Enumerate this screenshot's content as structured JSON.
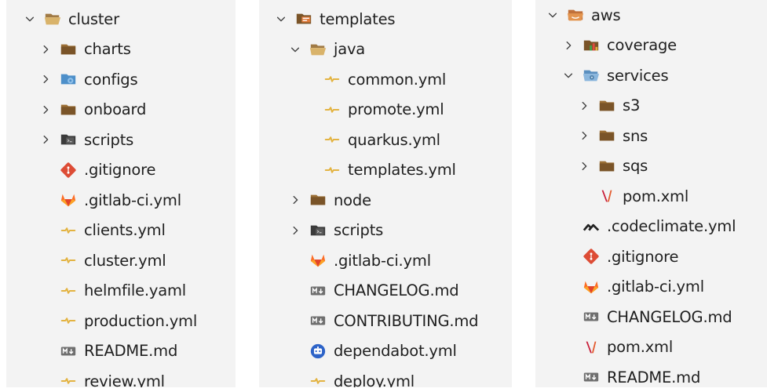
{
  "colors": {
    "panel_bg": "#f3f3f3",
    "folder": "#c09553",
    "yaml": "#e3b341",
    "gitlab": "#e24329",
    "git": "#dd4c35",
    "markdown": "#6f6f6f",
    "text": "#1f1f1f"
  },
  "panels": [
    {
      "name": "panel-cluster",
      "items": [
        {
          "label": "cluster",
          "depth": 0,
          "chevron": "down",
          "icon": "folder-open-icon"
        },
        {
          "label": "charts",
          "depth": 1,
          "chevron": "right",
          "icon": "folder-icon"
        },
        {
          "label": "configs",
          "depth": 1,
          "chevron": "right",
          "icon": "config-folder-icon"
        },
        {
          "label": "onboard",
          "depth": 1,
          "chevron": "right",
          "icon": "folder-icon"
        },
        {
          "label": "scripts",
          "depth": 1,
          "chevron": "right",
          "icon": "scripts-folder-icon"
        },
        {
          "label": ".gitignore",
          "depth": 1,
          "chevron": "none",
          "icon": "git-icon"
        },
        {
          "label": ".gitlab-ci.yml",
          "depth": 1,
          "chevron": "none",
          "icon": "gitlab-icon"
        },
        {
          "label": "clients.yml",
          "depth": 1,
          "chevron": "none",
          "icon": "yaml-icon"
        },
        {
          "label": "cluster.yml",
          "depth": 1,
          "chevron": "none",
          "icon": "yaml-icon"
        },
        {
          "label": "helmfile.yaml",
          "depth": 1,
          "chevron": "none",
          "icon": "yaml-icon"
        },
        {
          "label": "production.yml",
          "depth": 1,
          "chevron": "none",
          "icon": "yaml-icon"
        },
        {
          "label": "README.md",
          "depth": 1,
          "chevron": "none",
          "icon": "markdown-icon"
        },
        {
          "label": "review.yml",
          "depth": 1,
          "chevron": "none",
          "icon": "yaml-icon"
        }
      ]
    },
    {
      "name": "panel-templates",
      "items": [
        {
          "label": "templates",
          "depth": 0,
          "chevron": "down",
          "icon": "templates-folder-icon"
        },
        {
          "label": "java",
          "depth": 1,
          "chevron": "down",
          "icon": "folder-open-icon"
        },
        {
          "label": "common.yml",
          "depth": 2,
          "chevron": "none",
          "icon": "yaml-icon"
        },
        {
          "label": "promote.yml",
          "depth": 2,
          "chevron": "none",
          "icon": "yaml-icon"
        },
        {
          "label": "quarkus.yml",
          "depth": 2,
          "chevron": "none",
          "icon": "yaml-icon"
        },
        {
          "label": "templates.yml",
          "depth": 2,
          "chevron": "none",
          "icon": "yaml-icon"
        },
        {
          "label": "node",
          "depth": 1,
          "chevron": "right",
          "icon": "folder-icon"
        },
        {
          "label": "scripts",
          "depth": 1,
          "chevron": "right",
          "icon": "scripts-folder-icon"
        },
        {
          "label": ".gitlab-ci.yml",
          "depth": 1,
          "chevron": "none",
          "icon": "gitlab-icon"
        },
        {
          "label": "CHANGELOG.md",
          "depth": 1,
          "chevron": "none",
          "icon": "markdown-icon"
        },
        {
          "label": "CONTRIBUTING.md",
          "depth": 1,
          "chevron": "none",
          "icon": "markdown-icon"
        },
        {
          "label": "dependabot.yml",
          "depth": 1,
          "chevron": "none",
          "icon": "dependabot-icon"
        },
        {
          "label": "deploy.yml",
          "depth": 1,
          "chevron": "none",
          "icon": "yaml-icon"
        }
      ]
    },
    {
      "name": "panel-aws",
      "items": [
        {
          "label": "aws",
          "depth": 0,
          "chevron": "down",
          "icon": "aws-folder-icon"
        },
        {
          "label": "coverage",
          "depth": 1,
          "chevron": "right",
          "icon": "coverage-folder-icon"
        },
        {
          "label": "services",
          "depth": 1,
          "chevron": "down",
          "icon": "services-folder-icon"
        },
        {
          "label": "s3",
          "depth": 2,
          "chevron": "right",
          "icon": "folder-icon"
        },
        {
          "label": "sns",
          "depth": 2,
          "chevron": "right",
          "icon": "folder-icon"
        },
        {
          "label": "sqs",
          "depth": 2,
          "chevron": "right",
          "icon": "folder-icon"
        },
        {
          "label": "pom.xml",
          "depth": 2,
          "chevron": "none",
          "icon": "maven-icon"
        },
        {
          "label": ".codeclimate.yml",
          "depth": 1,
          "chevron": "none",
          "icon": "codeclimate-icon"
        },
        {
          "label": ".gitignore",
          "depth": 1,
          "chevron": "none",
          "icon": "git-icon"
        },
        {
          "label": ".gitlab-ci.yml",
          "depth": 1,
          "chevron": "none",
          "icon": "gitlab-icon"
        },
        {
          "label": "CHANGELOG.md",
          "depth": 1,
          "chevron": "none",
          "icon": "markdown-icon"
        },
        {
          "label": "pom.xml",
          "depth": 1,
          "chevron": "none",
          "icon": "maven-icon"
        },
        {
          "label": "README.md",
          "depth": 1,
          "chevron": "none",
          "icon": "markdown-icon"
        }
      ]
    }
  ]
}
